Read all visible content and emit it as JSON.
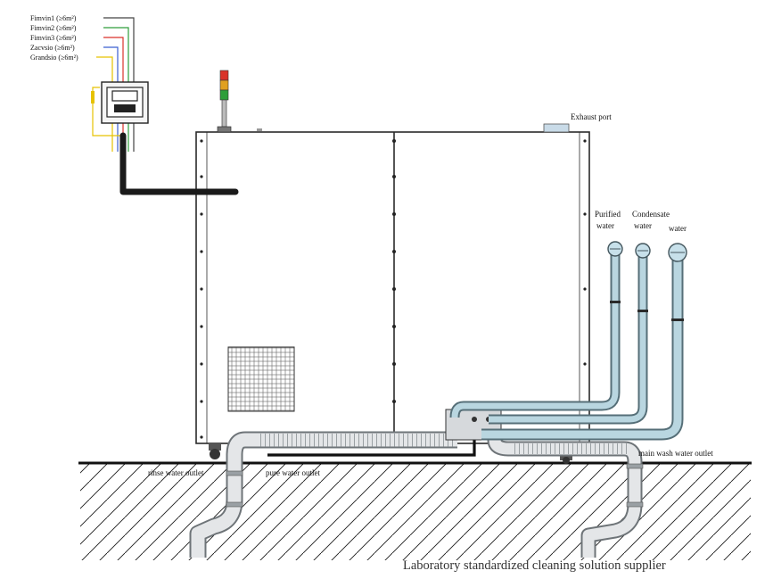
{
  "power_lines": [
    {
      "label": "Fimvin1 (≥6m²)",
      "color": "#444444"
    },
    {
      "label": "Fimvin2 (≥6m²)",
      "color": "#2e9e3a"
    },
    {
      "label": "Fimvin3 (≥6m²)",
      "color": "#d9322a"
    },
    {
      "label": "Zacvsio (≥6m²)",
      "color": "#3a5fd0"
    },
    {
      "label": "Grandsio (≥6m²)",
      "color": "#e6c200"
    }
  ],
  "labels": {
    "exhaust_port": "Exhaust port",
    "purified_water_1": "Purified",
    "purified_water_2": "water",
    "condensate_water_1": "Condensate",
    "condensate_water_2": "water",
    "water": "water",
    "rinse_water_outlet": "rinse water outlet",
    "pure_water_outlet": "pure water outlet",
    "main_wash_water_outlet": "main wash water outlet"
  },
  "caption": "Laboratory standardized cleaning solution supplier",
  "colors": {
    "pipe_fill": "#b9d6e0",
    "pipe_stroke": "#566f78",
    "drain_fill": "#e4e6e8",
    "cabinet_stroke": "#2a2a2a",
    "signal_red": "#d9322a",
    "signal_amber": "#e0a020",
    "signal_green": "#2e9e3a"
  }
}
